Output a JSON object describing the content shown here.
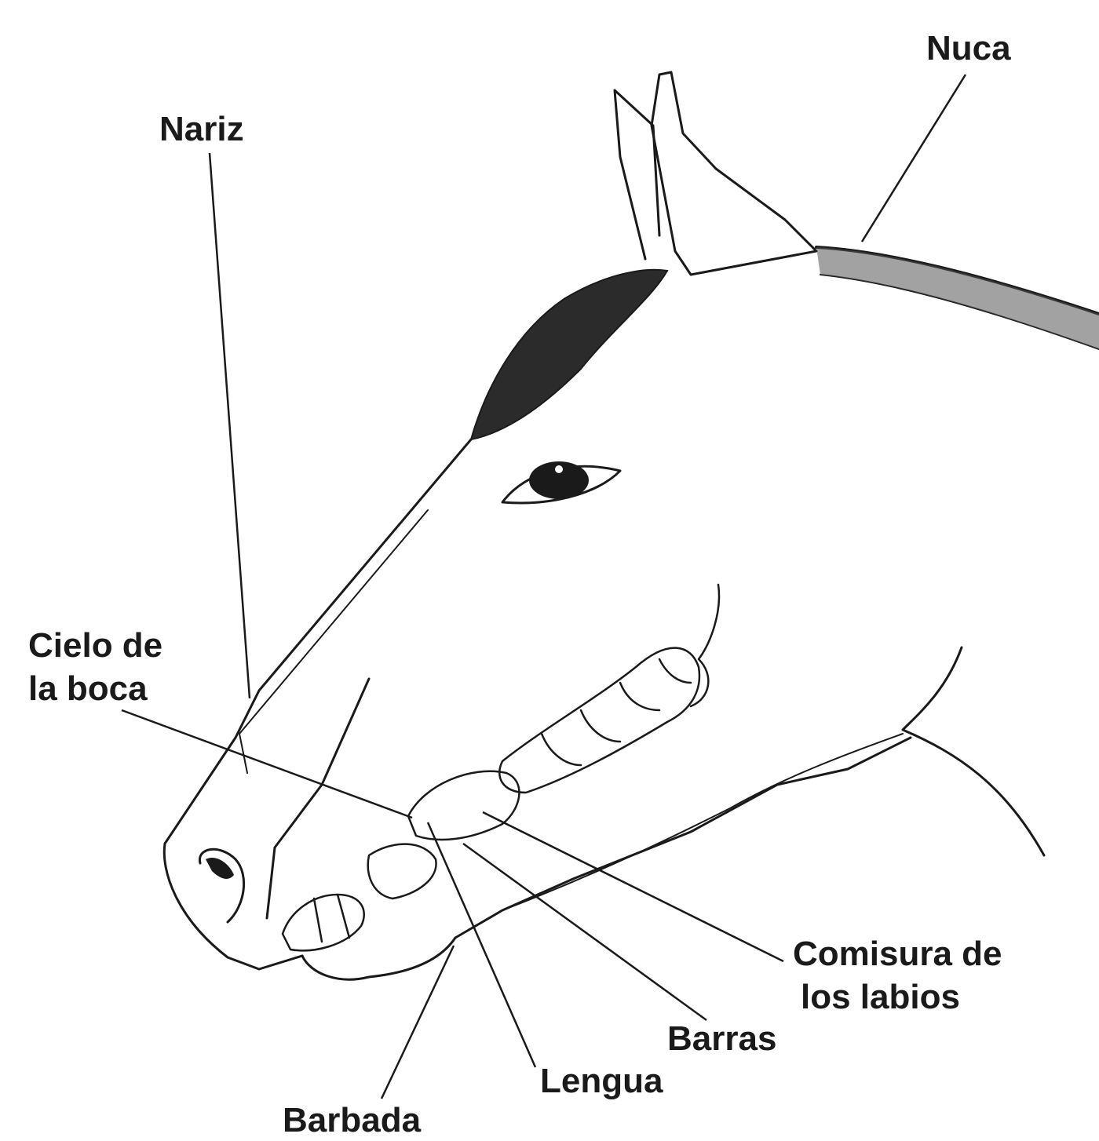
{
  "diagram": {
    "colors": {
      "ink": "#1a1a1a",
      "dark": "#2b2b2b",
      "paper": "#ffffff"
    },
    "labels": {
      "nuca": "Nuca",
      "nariz": "Nariz",
      "cielo_line1": "Cielo de",
      "cielo_line2": "la boca",
      "comisura_line1": "Comisura de",
      "comisura_line2": "los labios",
      "barras": "Barras",
      "lengua": "Lengua",
      "barbada": "Barbada"
    }
  }
}
